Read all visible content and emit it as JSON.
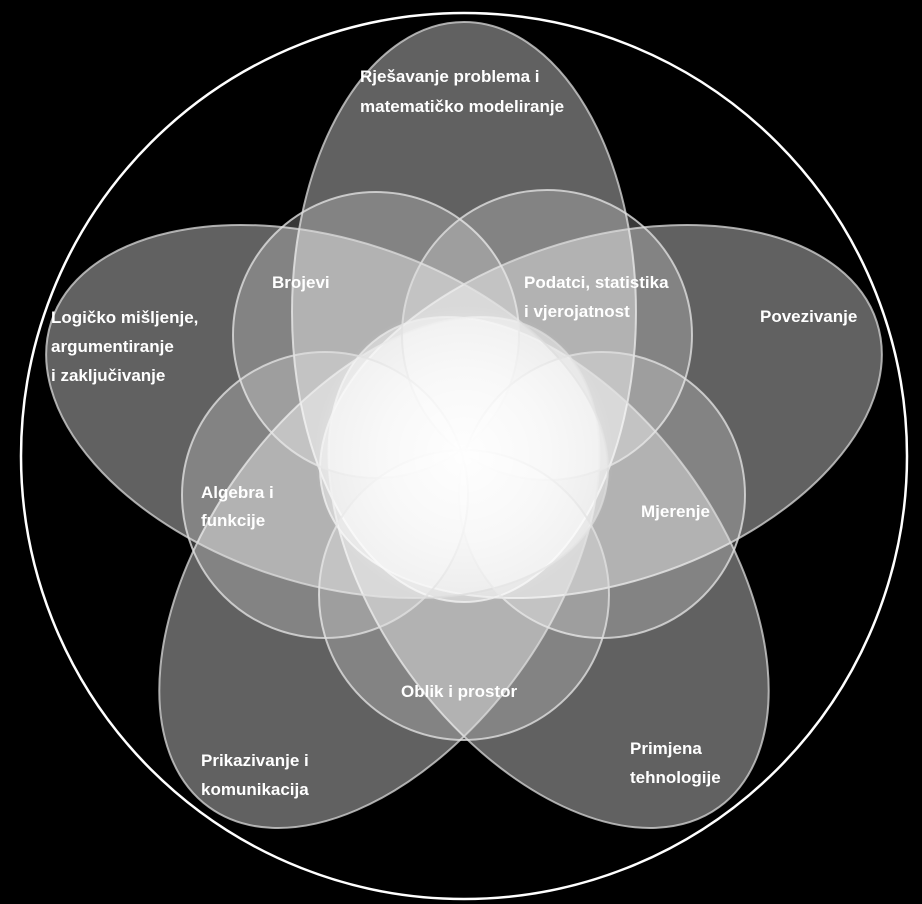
{
  "colors": {
    "background": "#000000",
    "outline": "#ffffff",
    "text": "#ffffff",
    "petal_fill": "#ffffff"
  },
  "petals": {
    "top": {
      "label_lines": [
        "Rješavanje problema i",
        "matematičko modeliranje"
      ]
    },
    "right": {
      "label_lines": [
        "Povezivanje"
      ]
    },
    "lower_right": {
      "label_lines": [
        "Primjena",
        "tehnologije"
      ]
    },
    "lower_left": {
      "label_lines": [
        "Prikazivanje i",
        "komunikacija"
      ]
    },
    "left": {
      "label_lines": [
        "Logičko mišljenje,",
        "argumentiranje",
        "i zaključivanje"
      ]
    }
  },
  "circles": {
    "upper_left": {
      "label_lines": [
        "Brojevi"
      ]
    },
    "upper_right": {
      "label_lines": [
        "Podatci, statistika",
        "i vjerojatnost"
      ]
    },
    "right": {
      "label_lines": [
        "Mjerenje"
      ]
    },
    "bottom": {
      "label_lines": [
        "Oblik i prostor"
      ]
    },
    "left": {
      "label_lines": [
        "Algebra i",
        "funkcije"
      ]
    }
  }
}
